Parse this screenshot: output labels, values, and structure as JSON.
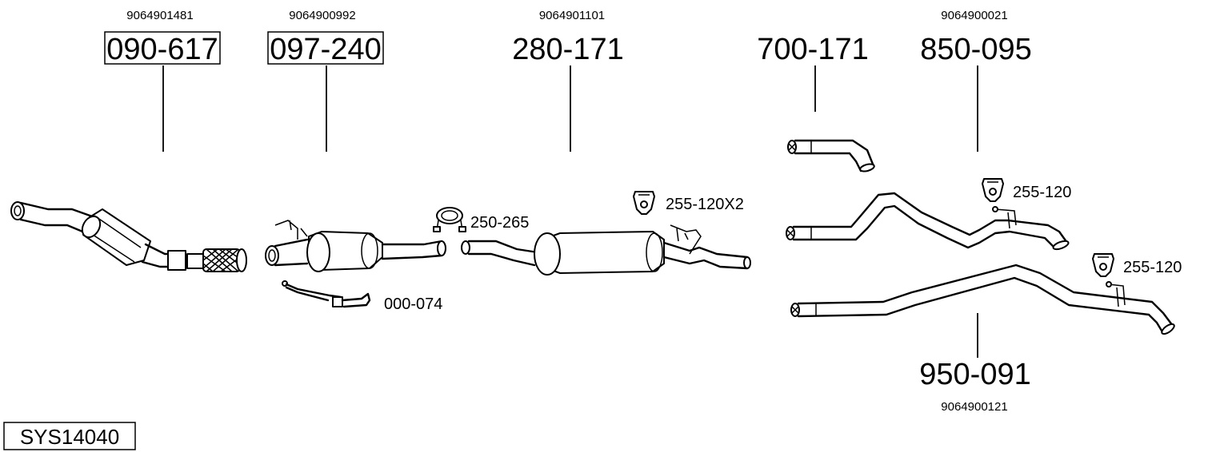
{
  "parts": {
    "p090617": {
      "oem": "9064901481",
      "pn": "090-617"
    },
    "p097240": {
      "oem": "9064900992",
      "pn": "097-240"
    },
    "p280171": {
      "oem": "9064901101",
      "pn": "280-171"
    },
    "p700171": {
      "pn": "700-171"
    },
    "p850095": {
      "oem": "9064900021",
      "pn": "850-095"
    },
    "p950091": {
      "oem": "9064900121",
      "pn": "950-091"
    }
  },
  "accessories": {
    "clamp": "250-265",
    "sensor": "000-074",
    "hanger_muffler": "255-120X2",
    "hanger_upper": "255-120",
    "hanger_lower": "255-120"
  },
  "system_id": "SYS14040",
  "icons": {
    "hanger": "rubber-hanger-icon",
    "clamp": "clamp-icon"
  }
}
